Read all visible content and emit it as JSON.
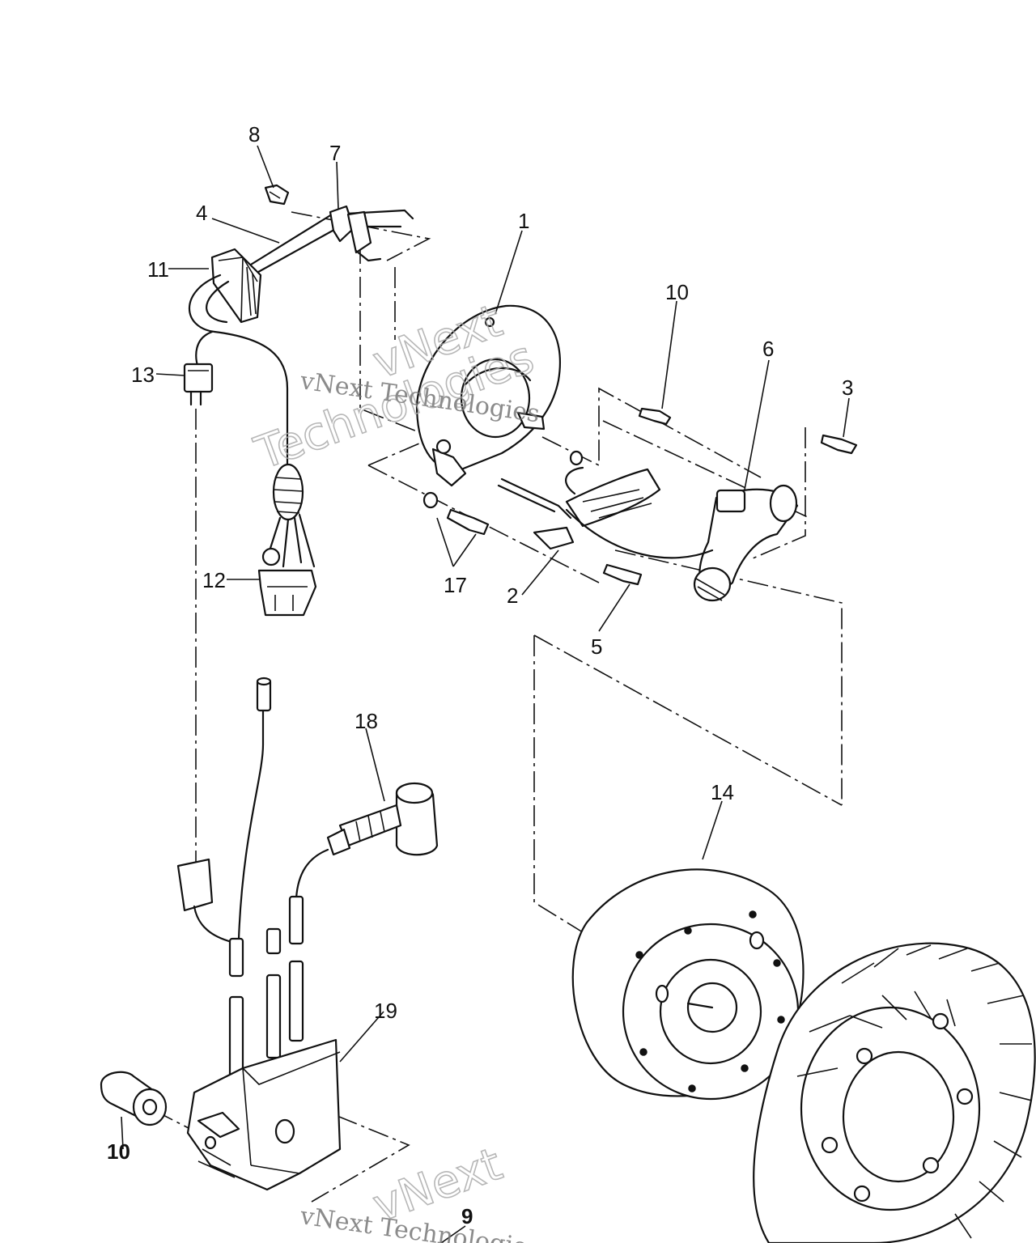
{
  "callouts": [
    {
      "id": "1",
      "text": "1"
    },
    {
      "id": "2",
      "text": "2"
    },
    {
      "id": "3",
      "text": "3"
    },
    {
      "id": "4",
      "text": "4"
    },
    {
      "id": "5",
      "text": "5"
    },
    {
      "id": "6",
      "text": "6"
    },
    {
      "id": "7",
      "text": "7"
    },
    {
      "id": "8",
      "text": "8"
    },
    {
      "id": "9",
      "text": "9"
    },
    {
      "id": "10a",
      "text": "10"
    },
    {
      "id": "10b",
      "text": "10"
    },
    {
      "id": "11",
      "text": "11"
    },
    {
      "id": "12",
      "text": "12"
    },
    {
      "id": "13",
      "text": "13"
    },
    {
      "id": "14",
      "text": "14"
    },
    {
      "id": "17",
      "text": "17"
    },
    {
      "id": "18",
      "text": "18"
    },
    {
      "id": "19",
      "text": "19"
    }
  ],
  "watermark": {
    "text": "vNext Technologies",
    "word1": "vNext",
    "word2": "Technologies"
  }
}
